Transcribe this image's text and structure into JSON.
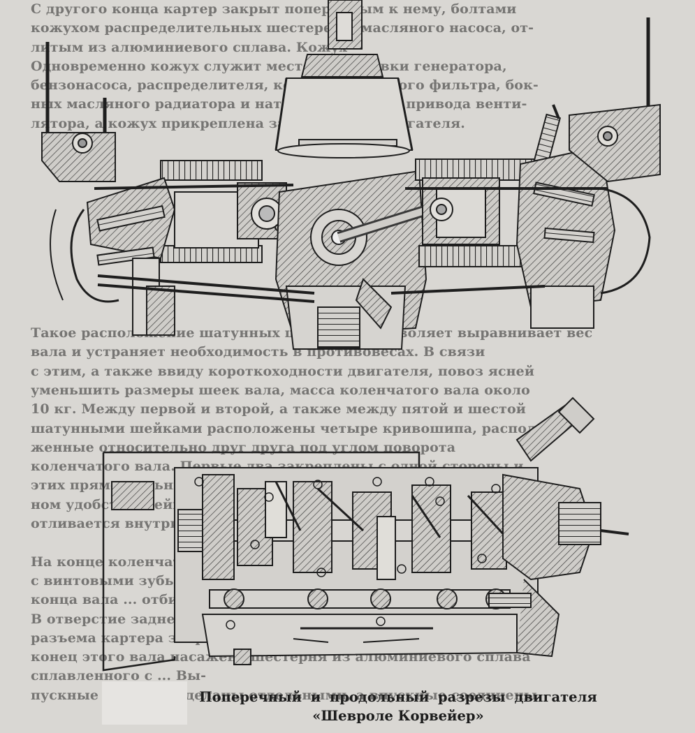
{
  "caption": {
    "line1": "Поперечный и продольный разрезы двигателя",
    "line2": "«Шевроле Корвейер»"
  },
  "background_text": [
    "С другого конца картер закрыт поперечным к нему, болтами",
    "кожухом распределительных шестерен и масляного насоса, от-",
    "литым из алюминиевого сплава. Кожух",
    "Одновременно кожух служит местом установки генератора,",
    "бензонасоса, распределителя, корпуса масляного фильтра, бок-",
    "ных масляного радиатора и натяжного ролика привода венти-",
    "лятора, а кожух прикреплена задняя опора двигателя.",
    "",
    "",
    "",
    "",
    "",
    "",
    "",
    "",
    "",
    "",
    "Такое расположение шатунных шеек вала позволяет выравнивает вес",
    "вала и устраняет необходимость в противовесах. В связи",
    "с этим, а также ввиду короткоходности двигателя, повоз ясней",
    "уменьшить размеры шеек вала, масса коленчатого вала около",
    "10 кг. Между первой и второй, а также между пятой и шестой",
    "шатунными шейками расположены четыре кривошипа, располо-",
    "женные относительно друг друга под углом поворота",
    "коленчатого вала. Первые два закреплены с одной стороны и",
    "этих прямоугольных по 60° относительно вала. При указан-",
    "ном удобстве шейки масляная полость в пределах шеек",
    "отливается внутри кривошипа.",
    "",
    "На конце коленчатого вала, опорной головки, шестерни",
    "с винтовыми зубьями ... От заднего",
    "конца вала ... отбирается",
    "В отверстие заднего конца коленчатого вала, в плоскости",
    "разъема картера запрессован шарикоподшипник, передний",
    "конец этого вала насажена шестерня из алюминиевого сплава",
    "сплавленного с ... Вы-",
    "пускные клапаны сделаны отдельными, а впускные соединены"
  ]
}
